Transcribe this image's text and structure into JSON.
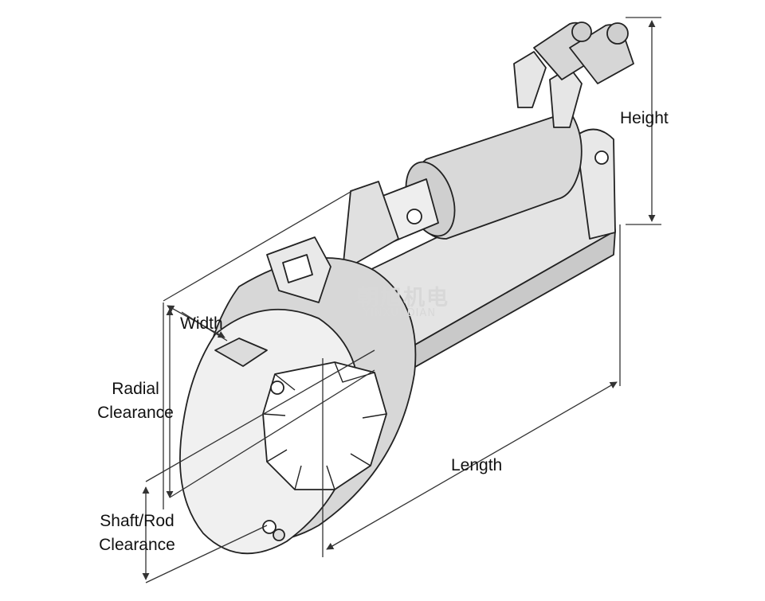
{
  "labels": {
    "height": "Height",
    "width": "Width",
    "length": "Length",
    "radial_line1": "Radial",
    "radial_line2": "Clearance",
    "shaft_line1": "Shaft/Rod",
    "shaft_line2": "Clearance"
  },
  "watermark": {
    "cn": "朝旭机电",
    "en": "YINXUJIDIAN"
  },
  "colors": {
    "body_fill": "#ececec",
    "body_shade": "#c9c9c9",
    "outline": "#222222",
    "dimension_line": "#333333",
    "background": "#ffffff"
  }
}
